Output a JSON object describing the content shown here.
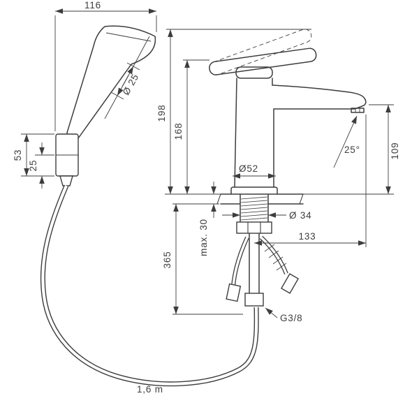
{
  "drawing": {
    "dimensions": {
      "hand_shower_width": "116",
      "hand_shower_diameter": "Ø 25",
      "holder_height": "53",
      "holder_hook_offset": "25",
      "total_height": "198",
      "body_height": "168",
      "base_diameter": "Ø52",
      "spout_angle": "25°",
      "spout_height": "109",
      "max_deck_thickness": "max. 30",
      "under_counter_length": "365",
      "hole_diameter": "Ø 34",
      "spout_reach": "133",
      "thread_size": "G3/8",
      "hose_length": "1,6 m"
    },
    "colors": {
      "ink": "#3d3d3d",
      "background": "#ffffff"
    }
  }
}
